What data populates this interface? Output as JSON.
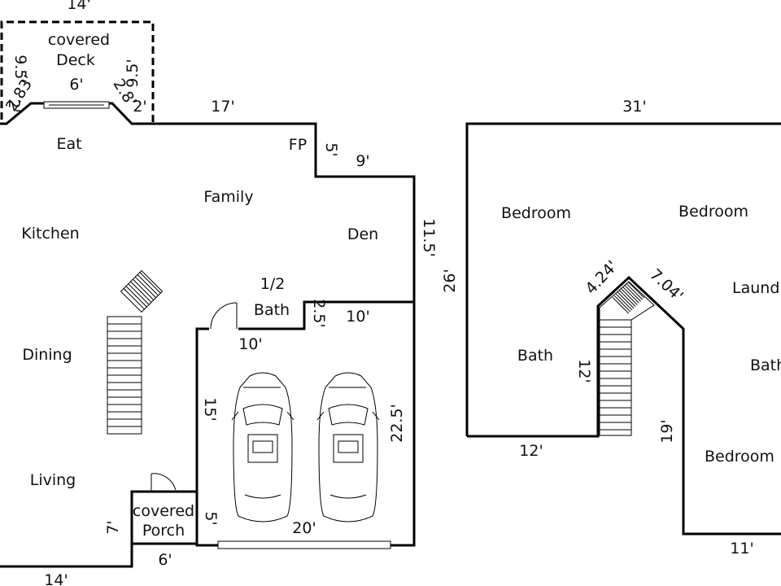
{
  "rooms": {
    "covered_deck": [
      "covered",
      "Deck"
    ],
    "eat": "Eat",
    "kitchen": "Kitchen",
    "dining": "Dining",
    "living": "Living",
    "family": "Family",
    "fp": "FP",
    "den": "Den",
    "half_bath": [
      "1/2",
      "Bath"
    ],
    "covered_porch": [
      "covered",
      "Porch"
    ],
    "bedroom_1": "Bedroom",
    "bedroom_2": "Bedroom",
    "bedroom_3": "Bedroom",
    "bath_upper_1": "Bath",
    "bath_upper_2": "Bath",
    "laundry": "Laund"
  },
  "dimensions": {
    "deck_top": "14'",
    "deck_left": "9.5'",
    "deck_angle_left": "2.83'",
    "deck_left_short": "2'",
    "deck_center": "6'",
    "deck_angle_right": "2.8'",
    "deck_right": "9.5'",
    "deck_right_short": "2'",
    "family_top": "17'",
    "fp_side": "5'",
    "den_top": "9'",
    "den_right": "11.5'",
    "bath_jog": "2.5'",
    "garage_top": "10'",
    "bath_bottom": "10'",
    "garage_left": "15'",
    "garage_right": "22.5'",
    "garage_front_side": "5'",
    "garage_door": "20'",
    "porch_side": "7'",
    "porch_bottom": "6'",
    "bottom_left": "14'",
    "upper_top": "31'",
    "upper_left": "26'",
    "upper_bottom_left": "12'",
    "stair_angle_left": "4.24'",
    "stair_angle_right": "7.04'",
    "stair_side": "12'",
    "upper_right_side": "19'",
    "upper_bottom_right": "11'"
  }
}
